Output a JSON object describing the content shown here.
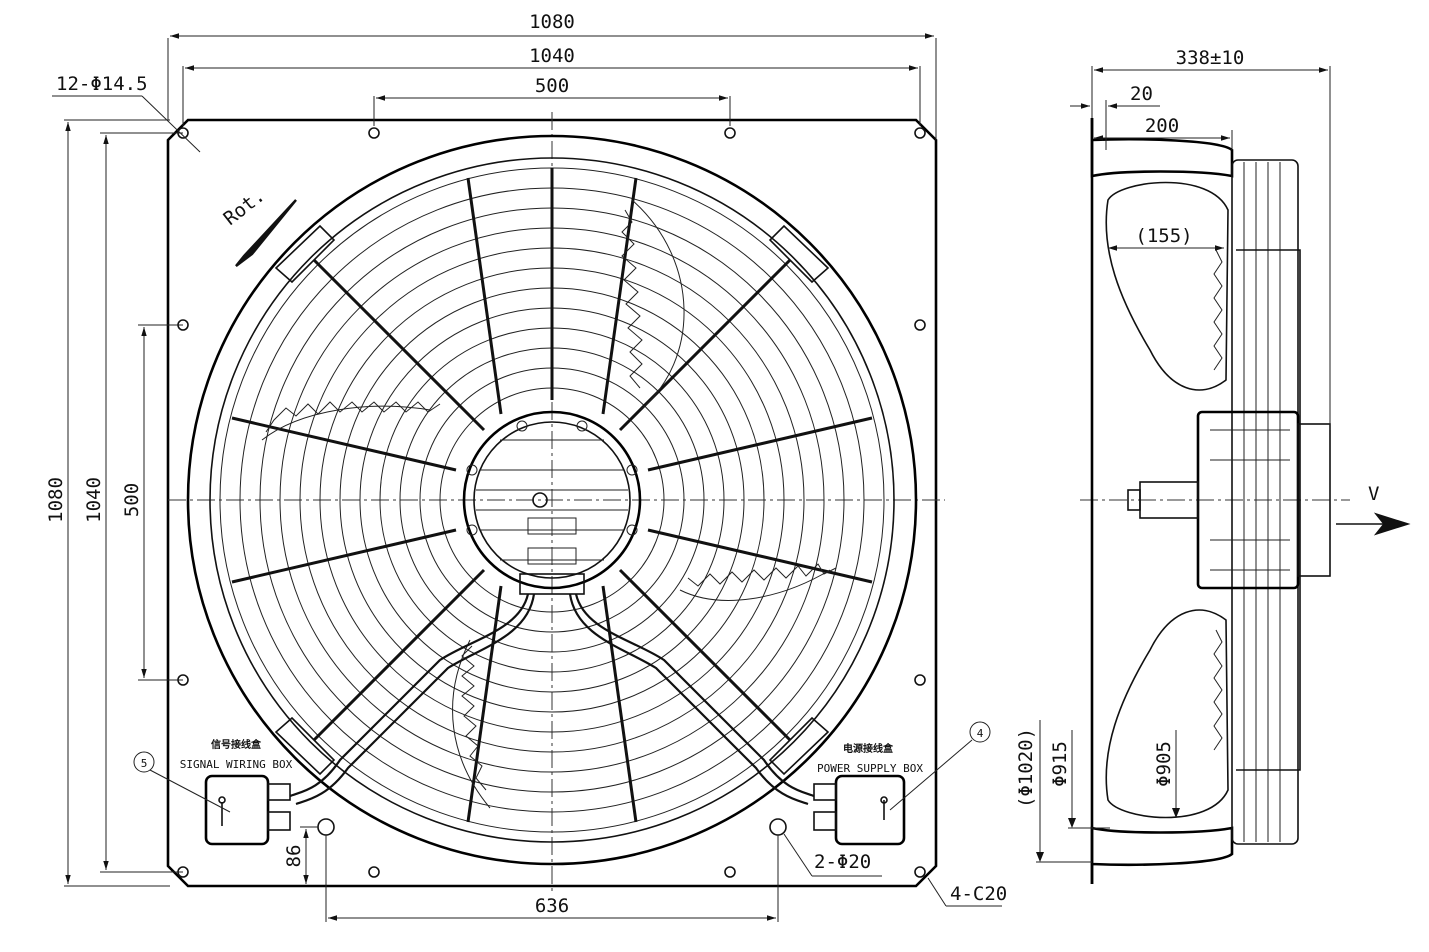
{
  "front_view": {
    "dims": {
      "overall_width": "1080",
      "hole_span_width": "1040",
      "mid_hole_span_top": "500",
      "overall_height": "1080",
      "hole_span_height": "1040",
      "mid_hole_span_left": "500",
      "cable_hole_span": "636",
      "cable_hole_offset": "86"
    },
    "callouts": {
      "mount_holes": "12-Φ14.5",
      "cable_holes": "2-Φ20",
      "chamfer": "4-C20",
      "rotation": "Rot."
    },
    "boxes": {
      "signal_number": "5",
      "signal_label_cn": "信号接线盒",
      "signal_label_en": "SIGNAL WIRING BOX",
      "power_number": "4",
      "power_label_cn": "电源接线盒",
      "power_label_en": "POWER SUPPLY BOX"
    }
  },
  "side_view": {
    "dims": {
      "overall_depth": "338±10",
      "flange_offset": "20",
      "ring_depth": "200",
      "blade_depth": "(155)",
      "outer_ring_dia": "(Φ1020)",
      "ring_dia": "Φ915",
      "impeller_dia": "Φ905"
    },
    "airflow_label": "V"
  }
}
